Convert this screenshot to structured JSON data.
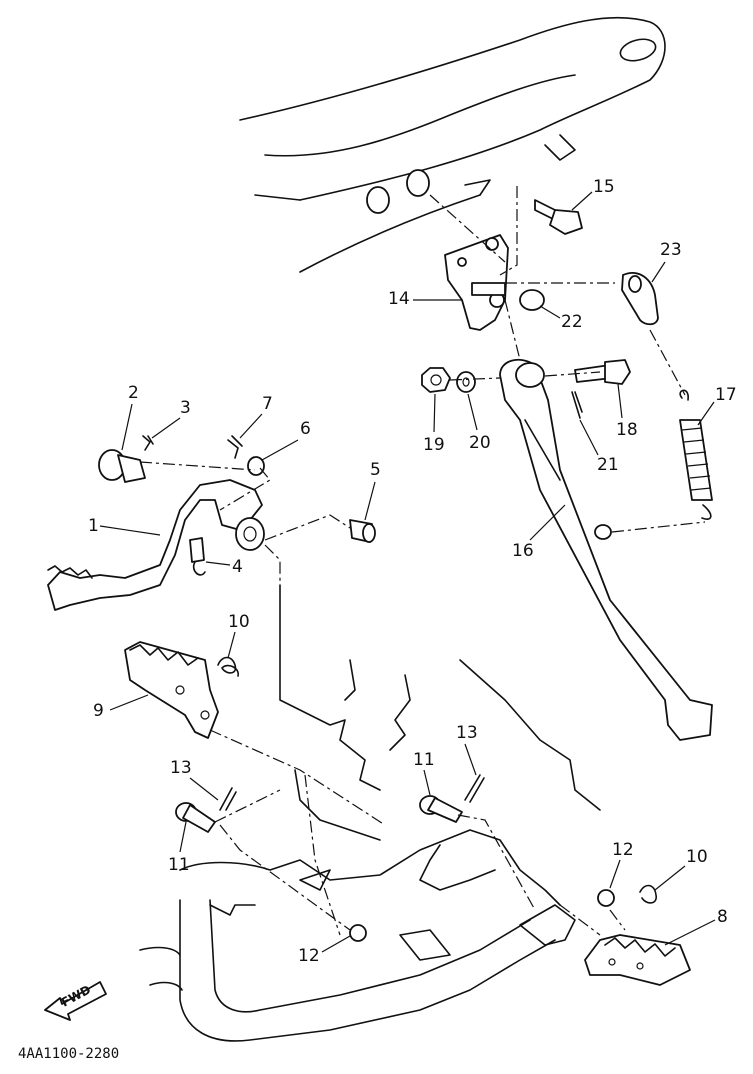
{
  "diagram_code": "4AA1100-2280",
  "fwd_label": "FWD",
  "callouts": {
    "c1": "1",
    "c2": "2",
    "c3": "3",
    "c4": "4",
    "c5": "5",
    "c6": "6",
    "c7": "7",
    "c8": "8",
    "c9": "9",
    "c10a": "10",
    "c10b": "10",
    "c11a": "11",
    "c11b": "11",
    "c12a": "12",
    "c12b": "12",
    "c13a": "13",
    "c13b": "13",
    "c14": "14",
    "c15": "15",
    "c16": "16",
    "c17": "17",
    "c18": "18",
    "c19": "19",
    "c20": "20",
    "c21": "21",
    "c22": "22",
    "c23": "23"
  }
}
